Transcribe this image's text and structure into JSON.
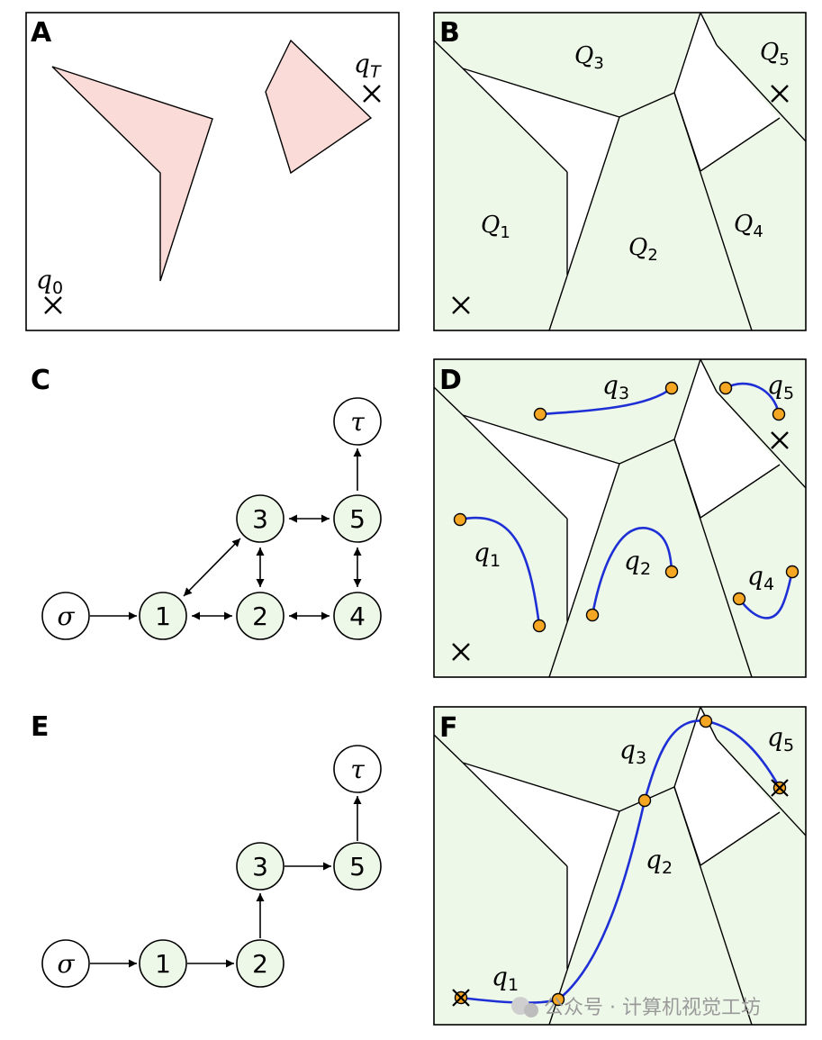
{
  "panels": {
    "A": {
      "letter": "A",
      "start_label": "q",
      "start_sub": "0",
      "goal_label": "q",
      "goal_sub": "T",
      "obstacle_color": "#fadbd8"
    },
    "B": {
      "letter": "B",
      "region_letter": "Q",
      "regions": [
        "1",
        "2",
        "3",
        "4",
        "5"
      ],
      "region_fill": "#eef8e8"
    },
    "C": {
      "letter": "C",
      "source": "σ",
      "target": "τ",
      "nodes": [
        "1",
        "2",
        "3",
        "4",
        "5"
      ]
    },
    "D": {
      "letter": "D",
      "curve_letter": "q",
      "curves": [
        "1",
        "2",
        "3",
        "4",
        "5"
      ],
      "curve_color": "#1e2fd6",
      "point_color": "#f5a623"
    },
    "E": {
      "letter": "E",
      "source": "σ",
      "target": "τ",
      "path_nodes": [
        "1",
        "2",
        "3",
        "5"
      ]
    },
    "F": {
      "letter": "F",
      "curve_letter": "q",
      "curves": [
        "1",
        "2",
        "3",
        "5"
      ]
    }
  },
  "watermark": "公众号 · 计算机视觉工坊"
}
